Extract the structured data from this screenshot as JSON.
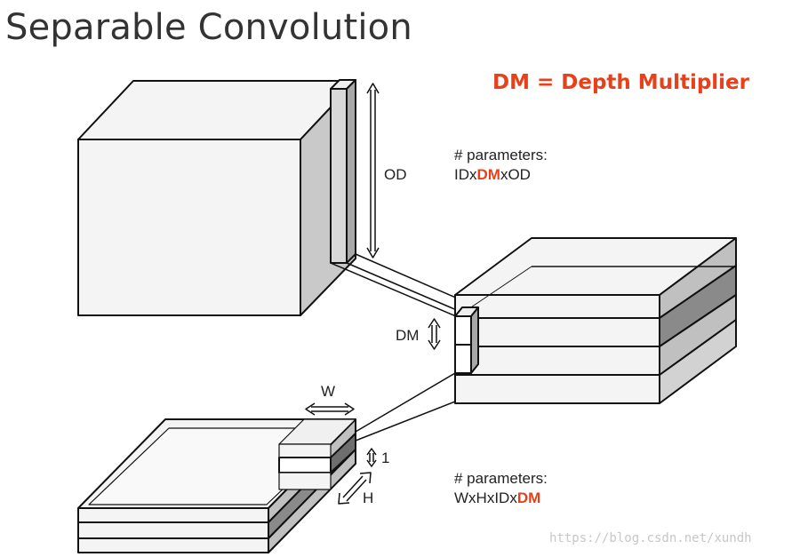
{
  "title": "Separable Convolution",
  "definition": {
    "abbr": "DM",
    "rest": " = Depth Multiplier"
  },
  "pointwise_params": {
    "heading": "# parameters:",
    "prefix": "IDx",
    "highlight": "DM",
    "suffix": "xOD"
  },
  "depthwise_params": {
    "heading": "# parameters:",
    "prefix": "WxHxIDx",
    "highlight": "DM",
    "suffix": ""
  },
  "labels": {
    "od": "OD",
    "dm": "DM",
    "w": "W",
    "h": "H",
    "one": "1"
  },
  "watermark": "https://blog.csdn.net/xundh",
  "colors": {
    "accent": "#e8411a",
    "stroke": "#111111",
    "face_light": "#f4f4f4",
    "face_mid": "#c9c9c9",
    "face_dark": "#8a8a8a"
  }
}
